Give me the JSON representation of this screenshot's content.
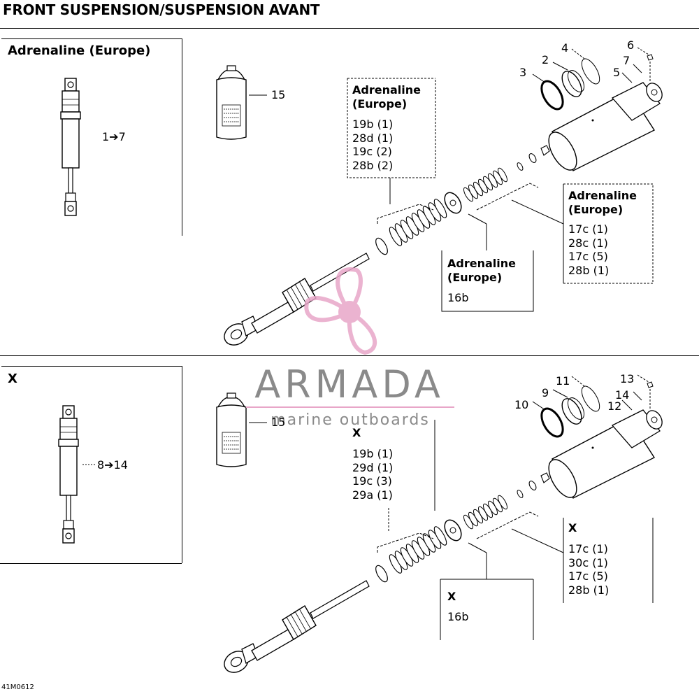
{
  "header": {
    "title": "FRONT SUSPENSION/SUSPENSION AVANT"
  },
  "section_top": {
    "inset_title": "Adrenaline (Europe)",
    "inset_range": "1➔7",
    "can_label": "15",
    "callout_a": {
      "title": "Adrenaline\n(Europe)",
      "lines": [
        "19b (1)",
        "28d (1)",
        "19c (2)",
        "28b (2)"
      ]
    },
    "callout_b": {
      "title": "Adrenaline\n(Europe)",
      "lines": [
        "17c (1)",
        "28c (1)",
        "17c (5)",
        "28b (1)"
      ]
    },
    "callout_c": {
      "title": "Adrenaline\n(Europe)",
      "lines": [
        "16b"
      ]
    },
    "part_numbers": {
      "n2": "2",
      "n3": "3",
      "n4": "4",
      "n5": "5",
      "n6": "6",
      "n7": "7"
    }
  },
  "section_bottom": {
    "inset_title": "X",
    "inset_range": "8➔14",
    "can_label": "15",
    "callout_a": {
      "title": "X",
      "lines": [
        "19b (1)",
        "29d (1)",
        "19c (3)",
        "29a (1)"
      ]
    },
    "callout_b": {
      "title": "X",
      "lines": [
        "17c (1)",
        "30c (1)",
        "17c (5)",
        "28b (1)"
      ]
    },
    "callout_c": {
      "title": "X",
      "lines": [
        "16b"
      ]
    },
    "part_numbers": {
      "n9": "9",
      "n10": "10",
      "n11": "11",
      "n12": "12",
      "n13": "13",
      "n14": "14"
    }
  },
  "watermark": {
    "brand": "ARMADA",
    "tagline": "marine outboards",
    "color": "#e8a6c8"
  },
  "figure_id": "41M0612"
}
